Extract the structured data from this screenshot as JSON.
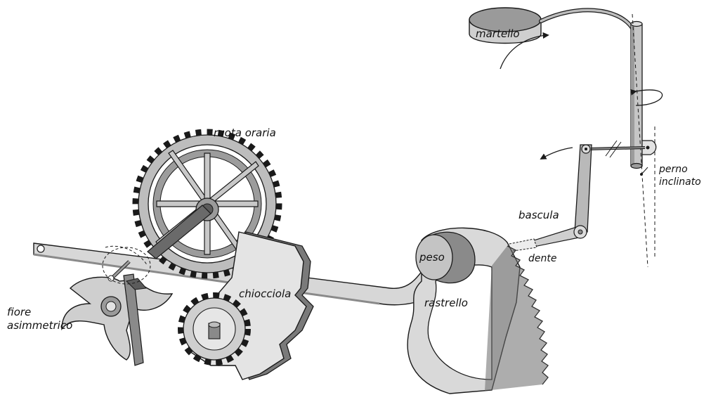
{
  "colors": {
    "ink": "#1a1a1a",
    "metal_light": "#dcdcdc",
    "metal_mid": "#bdbdbd",
    "metal_dark": "#8a8a8a",
    "metal_darkest": "#5c5c5c"
  },
  "labels": {
    "martello": "martello",
    "ruota_oraria": "ruota oraria",
    "perno_line1": "perno",
    "perno_line2": "inclinato",
    "bascula": "bascula",
    "peso": "peso",
    "dente": "dente",
    "chiocciola": "chiocciola",
    "rastrello": "rastrello",
    "fiore_line1": "fiore",
    "fiore_line2": "asimmetrico"
  }
}
